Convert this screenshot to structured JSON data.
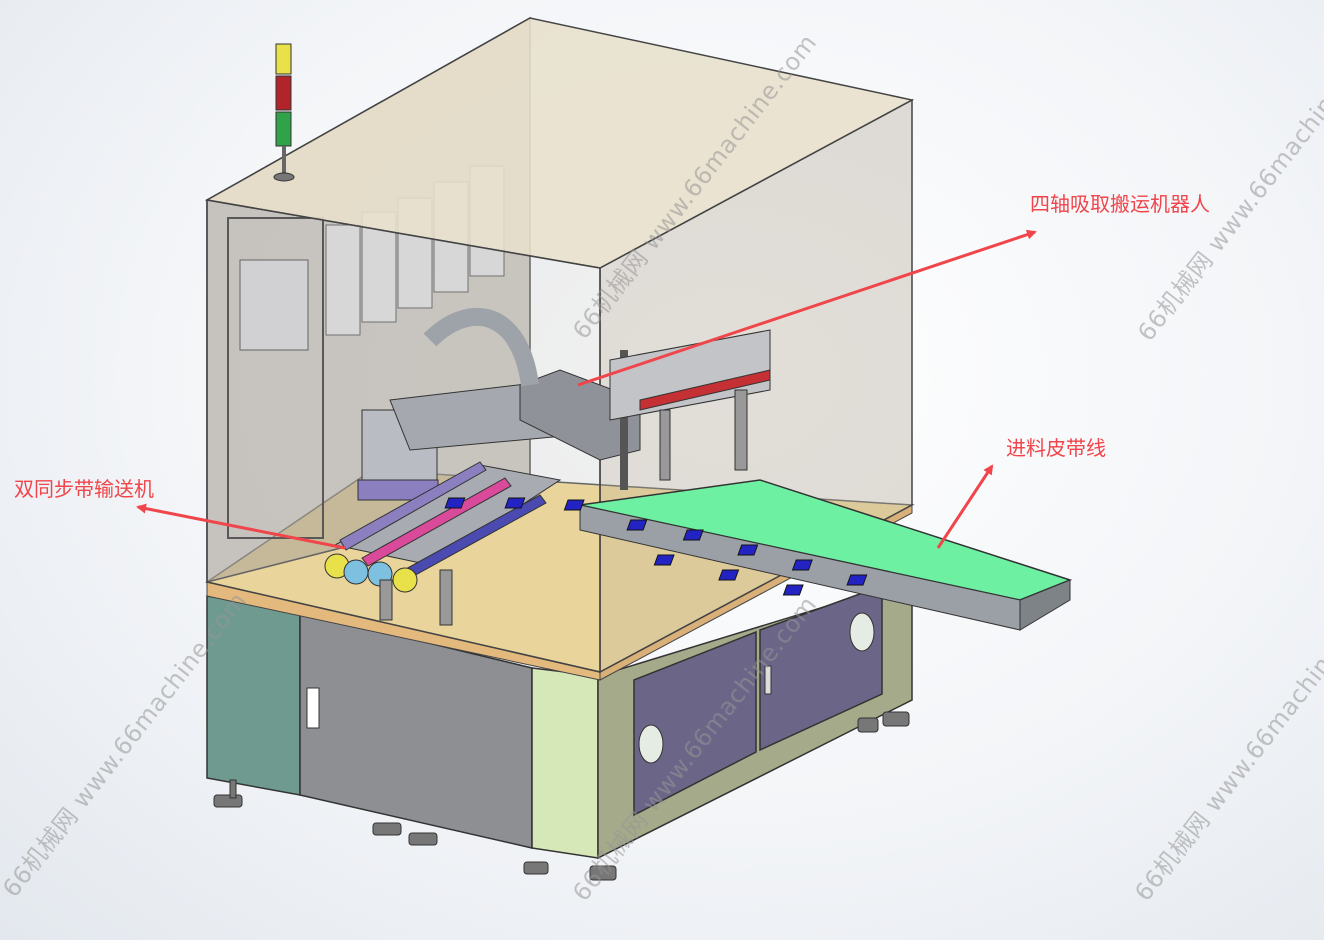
{
  "labels": {
    "robot": "四轴吸取搬运机器人",
    "feed_belt": "进料皮带线",
    "dual_conveyor": "双同步带输送机"
  },
  "watermark": "66机械网 www.66machine.com",
  "colors": {
    "callout": "#f0454a",
    "cabinet_teal": "#6f9a8f",
    "cabinet_grey": "#8d8f93",
    "cabinet_lightgreen": "#d6e7b8",
    "cabinet_olive": "#a4aa8a",
    "door_purple": "#6b6688",
    "tabletop": "#f4da8e",
    "belt_green": "#6ef0a2",
    "tray_blue": "#2323c4"
  }
}
